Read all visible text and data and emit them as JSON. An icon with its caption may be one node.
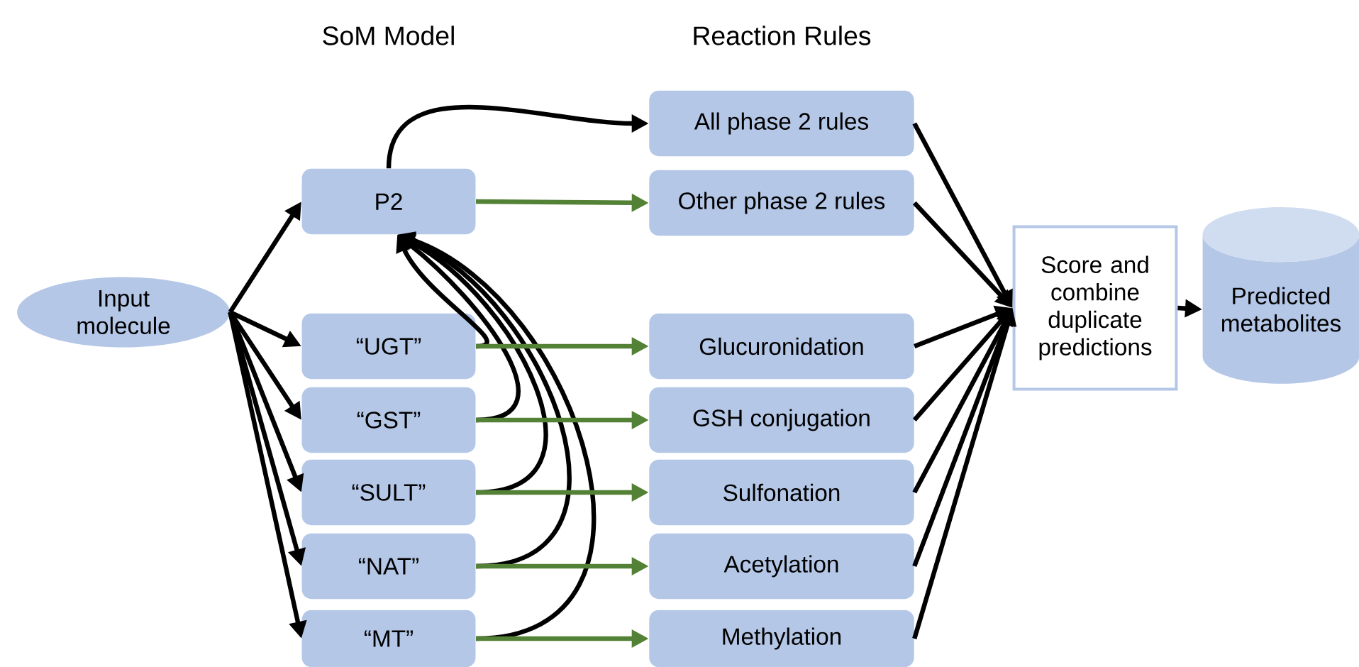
{
  "diagram": {
    "nodes": [
      {
        "text": [
          "Input molecule"
        ]
      },
      {
        "text": [
          "P2"
        ]
      },
      {
        "text": [
          "“UGT”"
        ]
      },
      {
        "text": [
          "“GST”"
        ]
      },
      {
        "text": [
          "“SULT”"
        ]
      },
      {
        "text": [
          "“NAT”"
        ]
      },
      {
        "text": [
          "“MT”"
        ]
      },
      {
        "text": [
          "All phase 2 rules"
        ]
      },
      {
        "text": [
          "Other phase 2 rules"
        ]
      },
      {
        "text": [
          "Glucuronidation"
        ]
      },
      {
        "text": [
          "GSH conjugation"
        ]
      },
      {
        "text": [
          "Sulfonation"
        ]
      },
      {
        "text": [
          "Acetylation"
        ]
      },
      {
        "text": [
          "Methylation"
        ]
      },
      {
        "text": [
          "Score and combine duplicate predictions"
        ]
      },
      {
        "text": [
          "Predicted metabolites"
        ]
      }
    ],
    "edges": [
      {
        "from": 0,
        "to": 1,
        "arrow": "to"
      },
      {
        "from": 0,
        "to": 2,
        "arrow": "to"
      },
      {
        "from": 0,
        "to": 3,
        "arrow": "to"
      },
      {
        "from": 0,
        "to": 4,
        "arrow": "to"
      },
      {
        "from": 0,
        "to": 5,
        "arrow": "to"
      },
      {
        "from": 0,
        "to": 6,
        "arrow": "to"
      },
      {
        "from": 1,
        "to": 7,
        "arrow": "to"
      },
      {
        "from": 1,
        "to": 8,
        "arrow": "to",
        "color": "#538135"
      },
      {
        "from": 2,
        "to": 1,
        "arrow": "to"
      },
      {
        "from": 3,
        "to": 1,
        "arrow": "to"
      },
      {
        "from": 4,
        "to": 1,
        "arrow": "to"
      },
      {
        "from": 5,
        "to": 1,
        "arrow": "to"
      },
      {
        "from": 6,
        "to": 1,
        "arrow": "to"
      },
      {
        "from": 2,
        "to": 9,
        "arrow": "to",
        "color": "#538135"
      },
      {
        "from": 3,
        "to": 10,
        "arrow": "to",
        "color": "#538135"
      },
      {
        "from": 4,
        "to": 11,
        "arrow": "to",
        "color": "#538135"
      },
      {
        "from": 5,
        "to": 12,
        "arrow": "to",
        "color": "#538135"
      },
      {
        "from": 6,
        "to": 13,
        "arrow": "to",
        "color": "#538135"
      },
      {
        "from": 7,
        "to": 14,
        "arrow": "to"
      },
      {
        "from": 8,
        "to": 14,
        "arrow": "to"
      },
      {
        "from": 9,
        "to": 14,
        "arrow": "to"
      },
      {
        "from": 10,
        "to": 14,
        "arrow": "to"
      },
      {
        "from": 11,
        "to": 14,
        "arrow": "to"
      },
      {
        "from": 12,
        "to": 14,
        "arrow": "to"
      },
      {
        "from": 13,
        "to": 14,
        "arrow": "to"
      },
      {
        "from": 14,
        "to": 15,
        "arrow": "to"
      }
    ],
    "labels": [
      "SoM Model",
      "Reaction Rules"
    ]
  }
}
